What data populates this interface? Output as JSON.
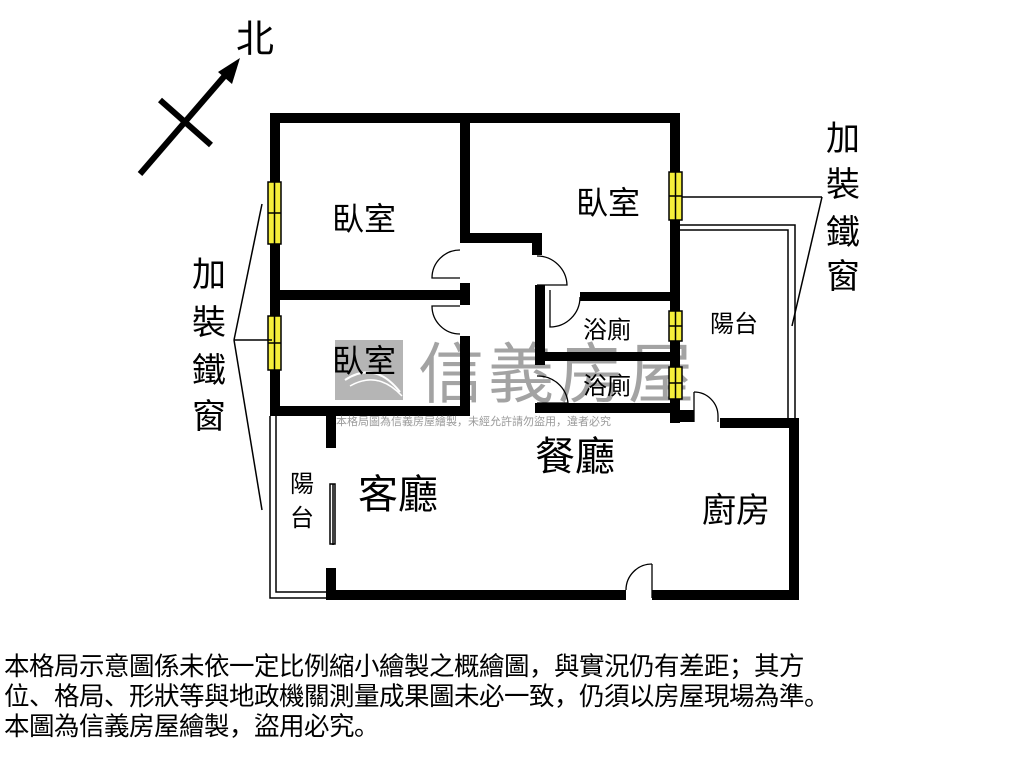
{
  "compass": {
    "label": "北",
    "icon": "north-arrow-icon"
  },
  "rooms": {
    "bedroom_1": "臥室",
    "bedroom_2": "臥室",
    "bedroom_3": "臥室",
    "bathroom_1": "浴廁",
    "bathroom_2": "浴廁",
    "balcony_east": "陽台",
    "balcony_west": "陽台",
    "living_room": "客廳",
    "dining_room": "餐廳",
    "kitchen": "廚房"
  },
  "annotations": {
    "iron_window_left": [
      "加",
      "裝",
      "鐵",
      "窗"
    ],
    "iron_window_right": [
      "加",
      "裝",
      "鐵",
      "窗"
    ]
  },
  "watermark": {
    "brand": "信義房屋",
    "notice": "本格局圖為信義房屋繪製，未經允許請勿盜用，違者必究"
  },
  "colors": {
    "wall": "#000000",
    "window": "#f5ef3a",
    "watermark": "#a0a0a0"
  },
  "disclaimer": {
    "line1": "本格局示意圖係未依一定比例縮小繪製之概繪圖，與實況仍有差距；其方",
    "line2": "位、格局、形狀等與地政機關測量成果圖未必一致，仍須以房屋現場為準。",
    "line3": "本圖為信義房屋繪製，盜用必究。"
  }
}
